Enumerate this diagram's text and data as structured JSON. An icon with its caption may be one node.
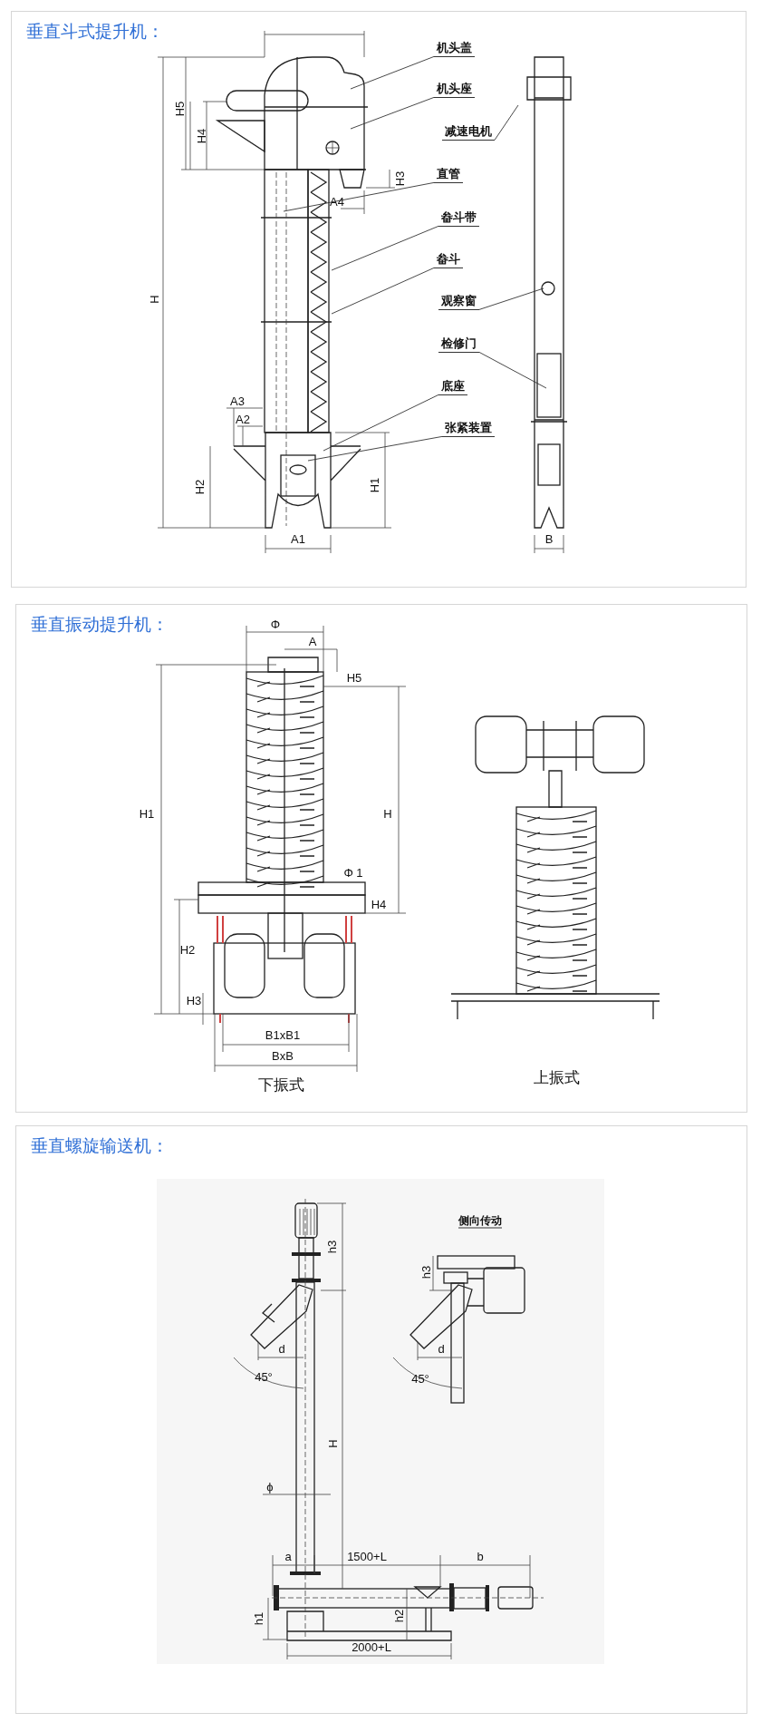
{
  "diagram": {
    "nodes": [
      {
        "text": [
          "垂直斗式提升机："
        ]
      },
      {
        "text": [
          "机头盖"
        ],
        "in": 0
      },
      {
        "text": [
          "机头座"
        ],
        "in": 0
      },
      {
        "text": [
          "减速电机"
        ],
        "in": 0
      },
      {
        "text": [
          "直管"
        ],
        "in": 0
      },
      {
        "text": [
          "畚斗带"
        ],
        "in": 0
      },
      {
        "text": [
          "畚斗"
        ],
        "in": 0
      },
      {
        "text": [
          "观察窗"
        ],
        "in": 0
      },
      {
        "text": [
          "检修门"
        ],
        "in": 0
      },
      {
        "text": [
          "底座"
        ],
        "in": 0
      },
      {
        "text": [
          "张紧装置"
        ],
        "in": 0
      },
      {
        "text": [
          "垂直振动提升机："
        ]
      },
      {
        "text": [
          "垂直螺旋输送机："
        ]
      }
    ],
    "edges": [
      {
        "from": 1,
        "to": null,
        "arrow": "none"
      },
      {
        "from": 2,
        "to": null,
        "arrow": "none"
      },
      {
        "from": 3,
        "to": null,
        "arrow": "none"
      },
      {
        "from": 4,
        "to": null,
        "arrow": "none"
      },
      {
        "from": 5,
        "to": null,
        "arrow": "none"
      },
      {
        "from": 6,
        "to": null,
        "arrow": "none"
      },
      {
        "from": 7,
        "to": null,
        "arrow": "none"
      },
      {
        "from": 8,
        "to": null,
        "arrow": "none"
      },
      {
        "from": 9,
        "to": null,
        "arrow": "none"
      },
      {
        "from": 10,
        "to": null,
        "arrow": "none"
      }
    ],
    "labels": [
      "H5",
      "H4",
      "H3",
      "A4",
      "H",
      "A3",
      "A2",
      "H2",
      "H1",
      "A1",
      "B",
      "Φ",
      "A",
      "H5",
      "H1",
      "H",
      "Φ 1",
      "H4",
      "H2",
      "H3",
      "B1xB1",
      "BxB",
      "下振式",
      "上振式",
      "侧向传动",
      "h3",
      "h3",
      "d",
      "d",
      "45°",
      "45°",
      "H",
      "ϕ",
      "a",
      "1500+L",
      "b",
      "h1",
      "h2",
      "2000+L"
    ]
  }
}
